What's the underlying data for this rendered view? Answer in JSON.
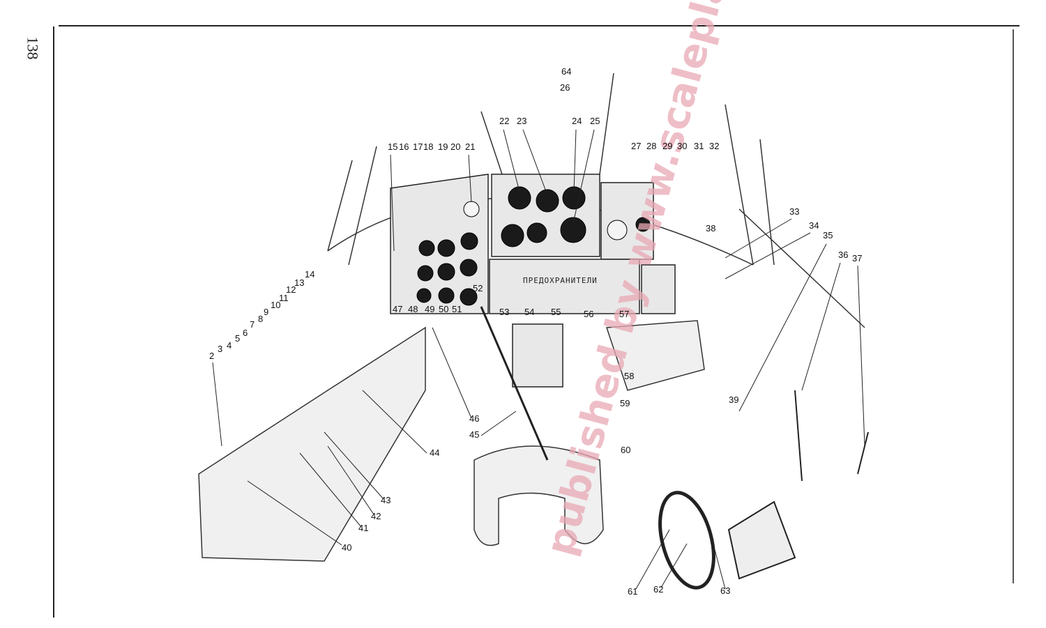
{
  "page": {
    "number": "138"
  },
  "panel": {
    "fuse_label": "ПРЕДОХРАНИТЕЛИ"
  },
  "watermark": {
    "text": "published by www.scaleplane.de"
  },
  "callouts": [
    "2",
    "3",
    "4",
    "5",
    "6",
    "7",
    "8",
    "9",
    "10",
    "11",
    "12",
    "13",
    "14",
    "15",
    "16",
    "17",
    "18",
    "19",
    "20",
    "21",
    "22",
    "23",
    "24",
    "25",
    "26",
    "27",
    "28",
    "29",
    "30",
    "31",
    "32",
    "33",
    "34",
    "35",
    "36",
    "37",
    "38",
    "39",
    "40",
    "41",
    "42",
    "43",
    "44",
    "45",
    "46",
    "47",
    "48",
    "49",
    "50",
    "51",
    "52",
    "53",
    "54",
    "55",
    "56",
    "57",
    "58",
    "59",
    "60",
    "61",
    "62",
    "63",
    "64"
  ]
}
